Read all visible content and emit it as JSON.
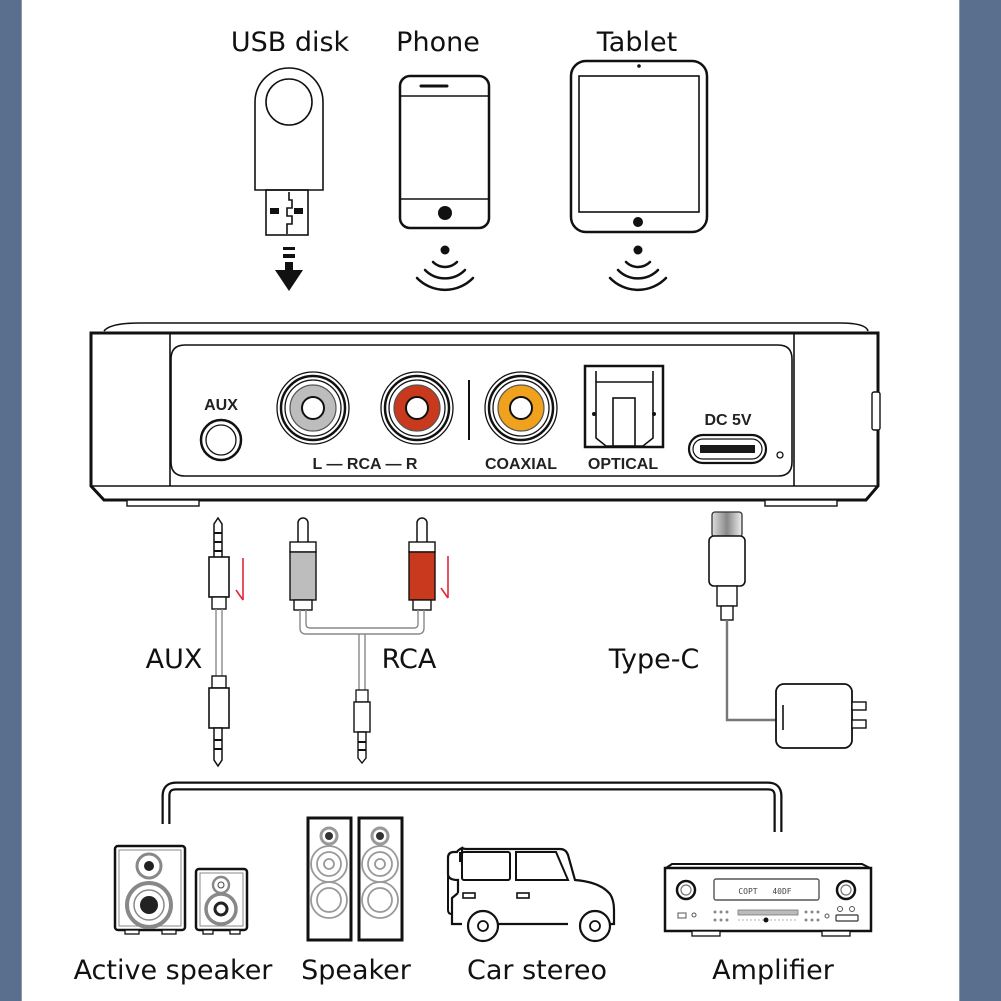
{
  "sources": {
    "usb": {
      "label": "USB disk",
      "icon": "usb-drive-icon"
    },
    "phone": {
      "label": "Phone",
      "icon": "smartphone-icon"
    },
    "tablet": {
      "label": "Tablet",
      "icon": "tablet-icon"
    },
    "wireless_icon": "wireless-signal-icon",
    "insert_icon": "arrow-down-icon"
  },
  "device": {
    "ports": {
      "aux": "AUX",
      "rca": "L — RCA — R",
      "coaxial": "COAXIAL",
      "optical": "OPTICAL",
      "dc": "DC 5V"
    },
    "colors": {
      "rca_left": "#bdbdbd",
      "rca_right": "#c8391e",
      "coaxial": "#f0a21e"
    }
  },
  "cables": {
    "aux": "AUX",
    "rca": "RCA",
    "typec": "Type-C",
    "arrow_color": "#e0283a"
  },
  "outputs": [
    {
      "label": "Active speaker",
      "icon": "active-speaker-icon"
    },
    {
      "label": "Speaker",
      "icon": "floor-speaker-icon"
    },
    {
      "label": "Car stereo",
      "icon": "car-icon"
    },
    {
      "label": "Amplifier",
      "icon": "amplifier-icon"
    }
  ],
  "amplifier_display": {
    "left": "COPT",
    "right": "40DF"
  },
  "theme": {
    "side_band": "#5a6e8e"
  }
}
